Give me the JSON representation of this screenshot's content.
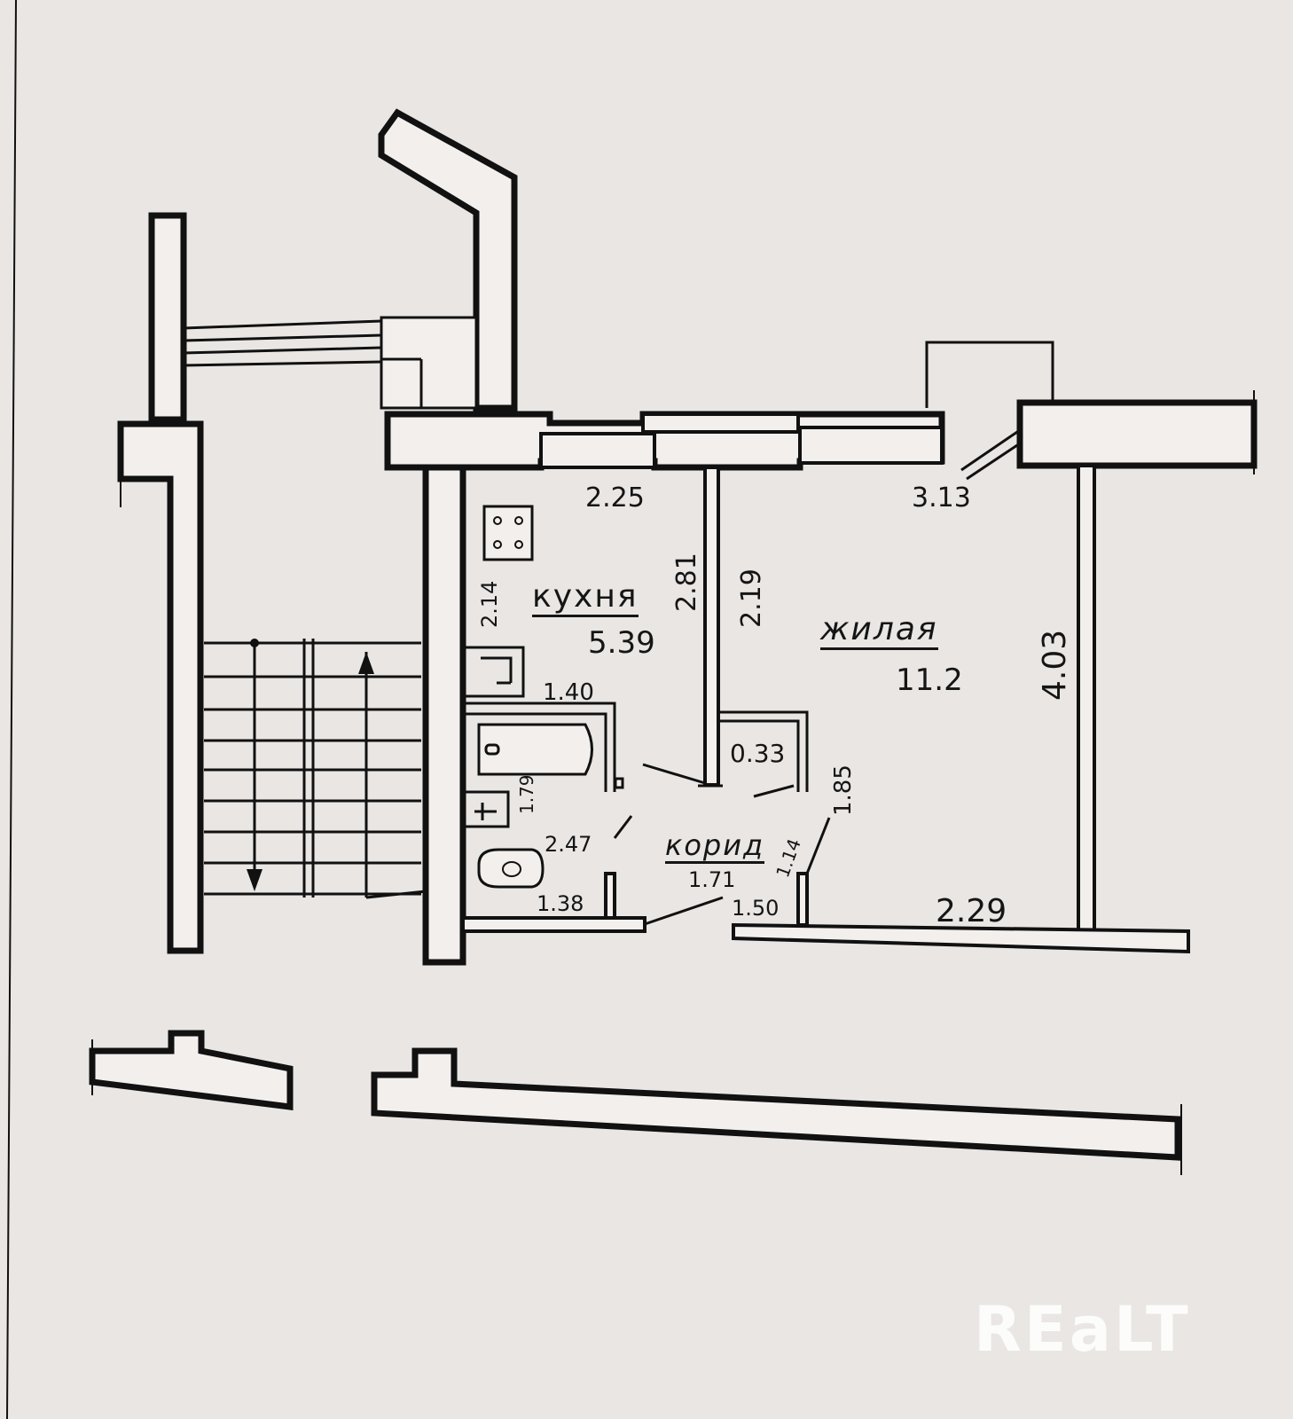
{
  "rooms": {
    "kitchen": {
      "name": "кухня",
      "area": "5.39"
    },
    "living": {
      "name": "жилая",
      "area": "11.2"
    },
    "corridor": {
      "name": "корид",
      "area": "1.71"
    }
  },
  "dimensions": {
    "kitchen_width": "2.25",
    "kitchen_length": "2.81",
    "kitchen_side": "2.14",
    "partition_length": "2.19",
    "living_width_top": "3.13",
    "living_length": "4.03",
    "living_width_bottom": "2.29",
    "bath_length": "1.40",
    "bath_width": "1.79",
    "closet_area": "0.33",
    "corridor_length": "1.85",
    "corridor_depth": "2.47",
    "corridor_side": "1.14",
    "entry_left": "1.38",
    "entry_right": "1.50"
  },
  "watermark": "REaLT"
}
